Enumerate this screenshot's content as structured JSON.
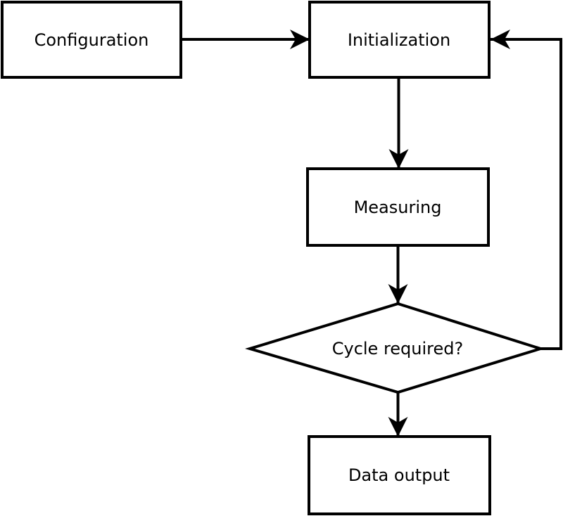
{
  "diagram": {
    "colors": {
      "background": "#ffffff",
      "shape_fill": "#ffffff",
      "stroke": "#000000",
      "text": "#000000"
    },
    "nodes": {
      "configuration": {
        "label": "Configuration",
        "shape": "rectangle"
      },
      "initialization": {
        "label": "Initialization",
        "shape": "rectangle"
      },
      "measuring": {
        "label": "Measuring",
        "shape": "rectangle"
      },
      "cycle_required": {
        "label": "Cycle required?",
        "shape": "diamond"
      },
      "data_output": {
        "label": "Data output",
        "shape": "rectangle"
      }
    },
    "edges": [
      {
        "from": "configuration",
        "to": "initialization",
        "kind": "arrow"
      },
      {
        "from": "initialization",
        "to": "measuring",
        "kind": "arrow"
      },
      {
        "from": "measuring",
        "to": "cycle_required",
        "kind": "arrow"
      },
      {
        "from": "cycle_required",
        "to": "data_output",
        "kind": "arrow"
      },
      {
        "from": "cycle_required",
        "to": "initialization",
        "kind": "feedback-loop"
      }
    ]
  }
}
